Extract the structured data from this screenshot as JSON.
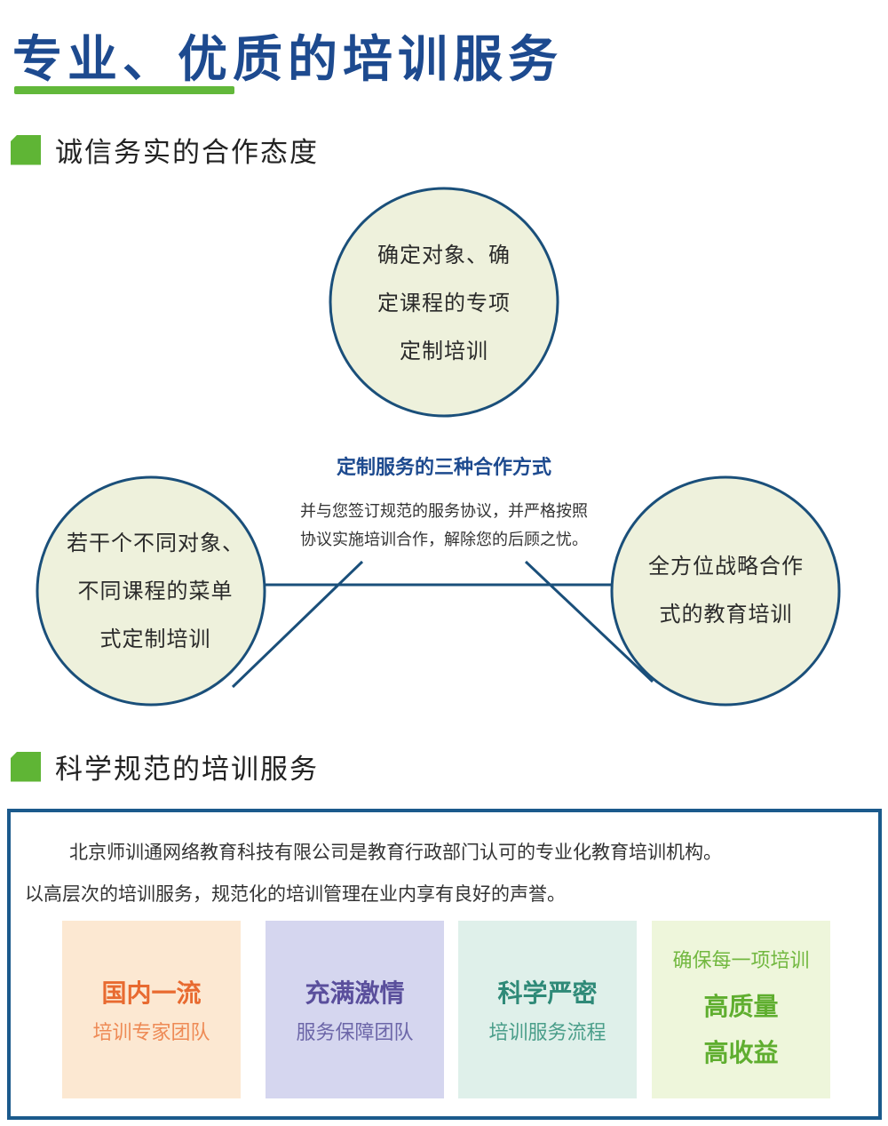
{
  "title": "专业、优质的培训服务",
  "section1": {
    "heading": "诚信务实的合作态度"
  },
  "diagram": {
    "top": [
      "确定对象、确",
      "定课程的专项",
      "定制培训"
    ],
    "left": [
      "若干个不同对象、",
      "不同课程的菜单",
      "式定制培训"
    ],
    "right": [
      "全方位战略合作",
      "式的教育培训"
    ],
    "center_title": "定制服务的三种合作方式",
    "center_desc": [
      "并与您签订规范的服务协议，并严格按照",
      "协议实施培训合作，解除您的后顾之忧。"
    ]
  },
  "section2": {
    "heading": "科学规范的培训服务",
    "paragraph": [
      "北京师训通网络教育科技有限公司是教育行政部门认可的专业化教育培训机构。",
      "以高层次的培训服务，规范化的培训管理在业内享有良好的声誉。"
    ],
    "cards": [
      {
        "title": "国内一流",
        "subtitle": "培训专家团队"
      },
      {
        "title": "充满激情",
        "subtitle": "服务保障团队"
      },
      {
        "title": "科学严密",
        "subtitle": "培训服务流程"
      },
      {
        "subtitle": "确保每一项培训",
        "lines": [
          "高质量",
          "高收益"
        ]
      }
    ]
  },
  "colors": {
    "brand_blue": "#1d4a8f",
    "accent_green": "#5fb535",
    "circle_fill": "#eef1dc"
  }
}
